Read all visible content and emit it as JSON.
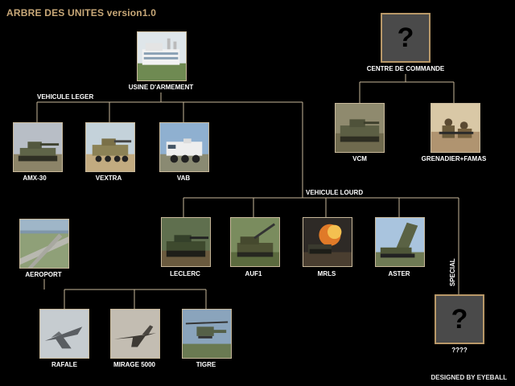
{
  "title": "ARBRE DES UNITES version1.0",
  "credit": "DESIGNED BY EYEBALL",
  "groups": {
    "light": "VEHICULE LEGER",
    "heavy": "VEHICULE LOURD",
    "special": "SPECIAL"
  },
  "units": {
    "usine": "USINE D'ARMEMENT",
    "centre": "CENTRE DE COMMANDE",
    "vcm": "VCM",
    "grenadier": "GRENADIER+FAMAS",
    "amx30": "AMX-30",
    "vextra": "VEXTRA",
    "vab": "VAB",
    "leclerc": "LECLERC",
    "auf1": "AUF1",
    "mrls": "MRLS",
    "aster": "ASTER",
    "aeroport": "AEROPORT",
    "rafale": "RAFALE",
    "mirage": "MIRAGE 5000",
    "tigre": "TIGRE",
    "unknown": "????"
  },
  "question_mark": "?",
  "colors": {
    "background": "#000000",
    "lines": "#c8b89a",
    "title": "#c8a878",
    "qbox_fill": "#4a4a4a",
    "qbox_border": "#b89868"
  }
}
